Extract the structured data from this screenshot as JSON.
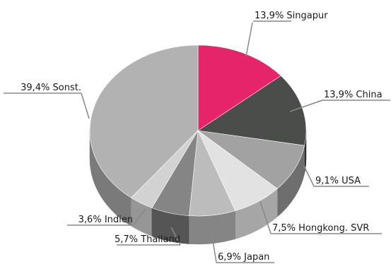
{
  "chart_data": {
    "type": "pie",
    "style": "3d",
    "start": "12 o'clock",
    "direction": "clockwise",
    "legend": "none",
    "slices": [
      {
        "label": "Singapur",
        "value": 13.9,
        "value_text": "13,9%",
        "color": "#e6246a",
        "side_color": "#a8174c"
      },
      {
        "label": "China",
        "value": 13.9,
        "value_text": "13,9%",
        "color": "#4a4d4a",
        "side_color": "#2f312f"
      },
      {
        "label": "USA",
        "value": 9.1,
        "value_text": "9,1%",
        "color": "#a2a2a2",
        "side_color": "#6e6e6e"
      },
      {
        "label": "Hongkong. SVR",
        "value": 7.5,
        "value_text": "7,5%",
        "color": "#e2e2e2",
        "side_color": "#a6a6a6"
      },
      {
        "label": "Japan",
        "value": 6.9,
        "value_text": "6,9%",
        "color": "#bcbcbc",
        "side_color": "#858585"
      },
      {
        "label": "Thailand",
        "value": 5.7,
        "value_text": "5,7%",
        "color": "#858585",
        "side_color": "#555555"
      },
      {
        "label": "Indien",
        "value": 3.6,
        "value_text": "3,6%",
        "color": "#d2d2d2",
        "side_color": "#969696"
      },
      {
        "label": "Sonst.",
        "value": 39.4,
        "value_text": "39,4%",
        "color": "#b2b2b2",
        "side_color": "#7a7a7a"
      }
    ]
  }
}
